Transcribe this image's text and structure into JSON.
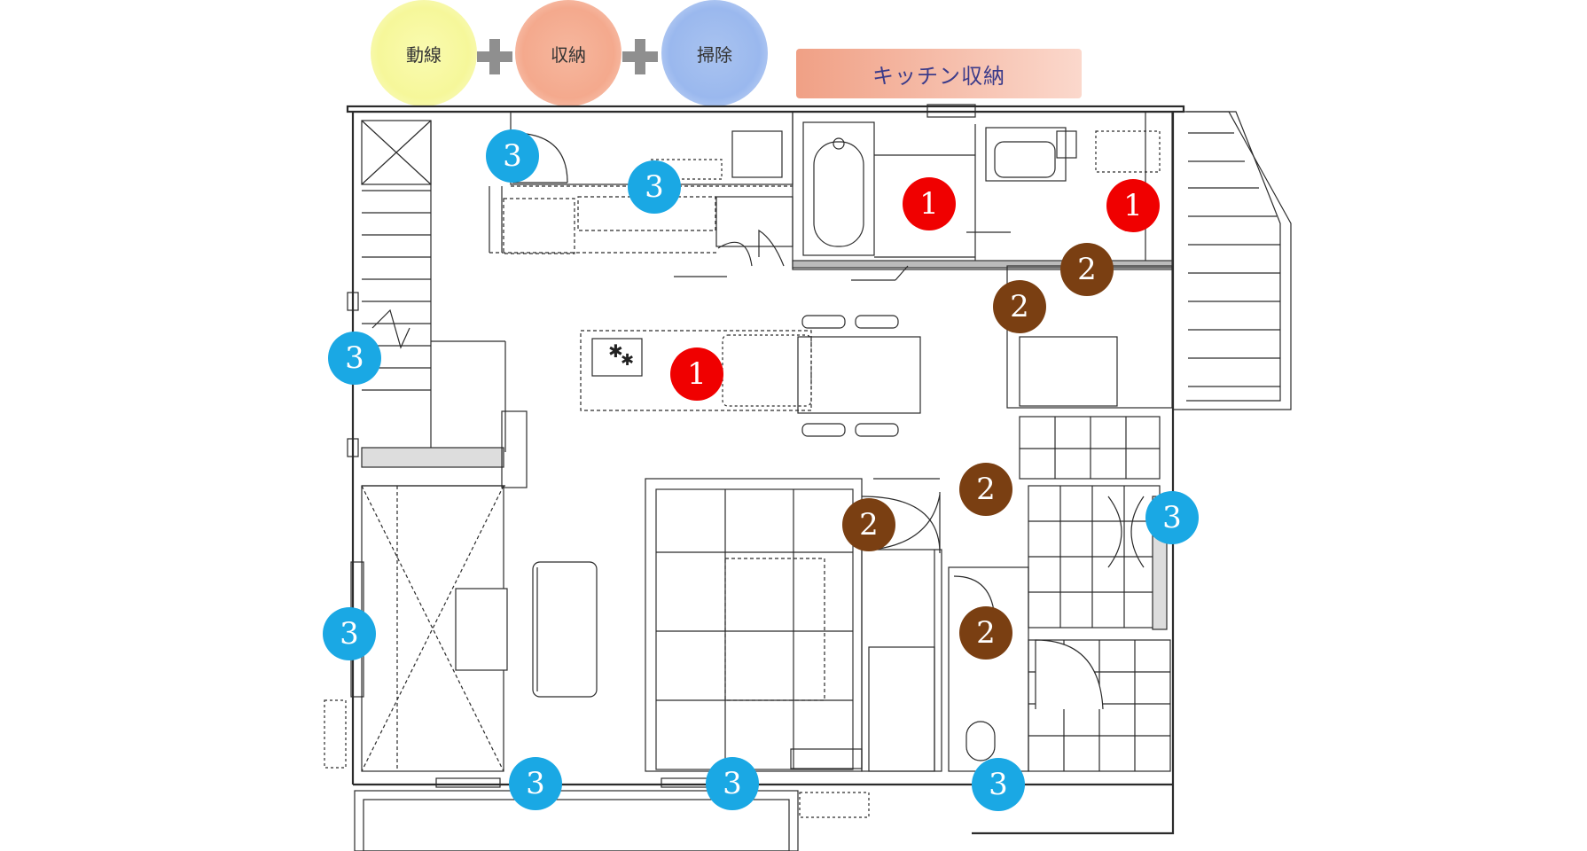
{
  "legend": {
    "circles": [
      {
        "label": "動線",
        "color": "#f7f89d"
      },
      {
        "label": "収納",
        "color": "#f5ab90"
      },
      {
        "label": "掃除",
        "color": "#9cb9ee"
      }
    ],
    "banner": "キッチン収納"
  },
  "markers": [
    {
      "label": "1",
      "type": "1",
      "color": "#f00000"
    },
    {
      "label": "1",
      "type": "1",
      "color": "#f00000"
    },
    {
      "label": "1",
      "type": "1",
      "color": "#f00000"
    },
    {
      "label": "2",
      "type": "2",
      "color": "#7a3f12"
    },
    {
      "label": "2",
      "type": "2",
      "color": "#7a3f12"
    },
    {
      "label": "2",
      "type": "2",
      "color": "#7a3f12"
    },
    {
      "label": "2",
      "type": "2",
      "color": "#7a3f12"
    },
    {
      "label": "2",
      "type": "2",
      "color": "#7a3f12"
    },
    {
      "label": "3",
      "type": "3",
      "color": "#1aa8e4"
    },
    {
      "label": "3",
      "type": "3",
      "color": "#1aa8e4"
    },
    {
      "label": "3",
      "type": "3",
      "color": "#1aa8e4"
    },
    {
      "label": "3",
      "type": "3",
      "color": "#1aa8e4"
    },
    {
      "label": "3",
      "type": "3",
      "color": "#1aa8e4"
    },
    {
      "label": "3",
      "type": "3",
      "color": "#1aa8e4"
    },
    {
      "label": "3",
      "type": "3",
      "color": "#1aa8e4"
    },
    {
      "label": "3",
      "type": "3",
      "color": "#1aa8e4"
    }
  ]
}
